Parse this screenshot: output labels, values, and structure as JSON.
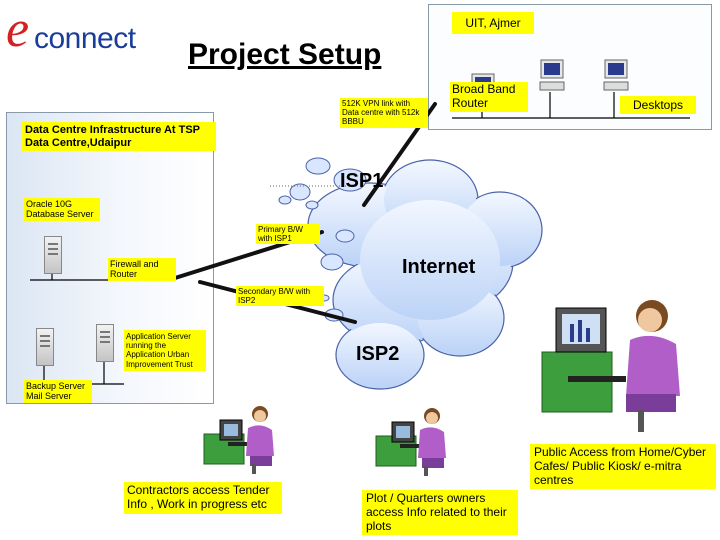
{
  "logo": {
    "e": "e",
    "connect": "connect"
  },
  "title": "Project Setup",
  "labels": {
    "uit": "UIT, Ajmer",
    "broadband": "Broad Band Router",
    "desktops": "Desktops",
    "vpn": "512K VPN link with Data centre with 512k BBBU",
    "dc_infra": "Data Centre Infrastructure At  TSP Data Centre,Udaipur",
    "oracle": "Oracle 10G Database Server",
    "primary_bw": "Primary B/W with ISP1",
    "firewall": "Firewall and Router",
    "secondary_bw": "Secondary B/W with ISP2",
    "app_server": "Application Server running the Application Urban Improvement Trust",
    "backup": "Backup Server Mail Server",
    "public_access": "Public Access from Home/Cyber Cafes/ Public Kiosk/ e-mitra centres",
    "contractors": "Contractors access Tender Info , Work in progress etc",
    "plot_owners": "Plot / Quarters owners access Info related to their plots"
  },
  "clouds": {
    "isp1": "ISP1",
    "internet": "Internet",
    "isp2": "ISP2"
  },
  "colors": {
    "label_bg": "#ffff00",
    "cloud_fill": "#d8e6ff",
    "logo_e": "#d42020",
    "logo_text": "#1a3d9a"
  }
}
